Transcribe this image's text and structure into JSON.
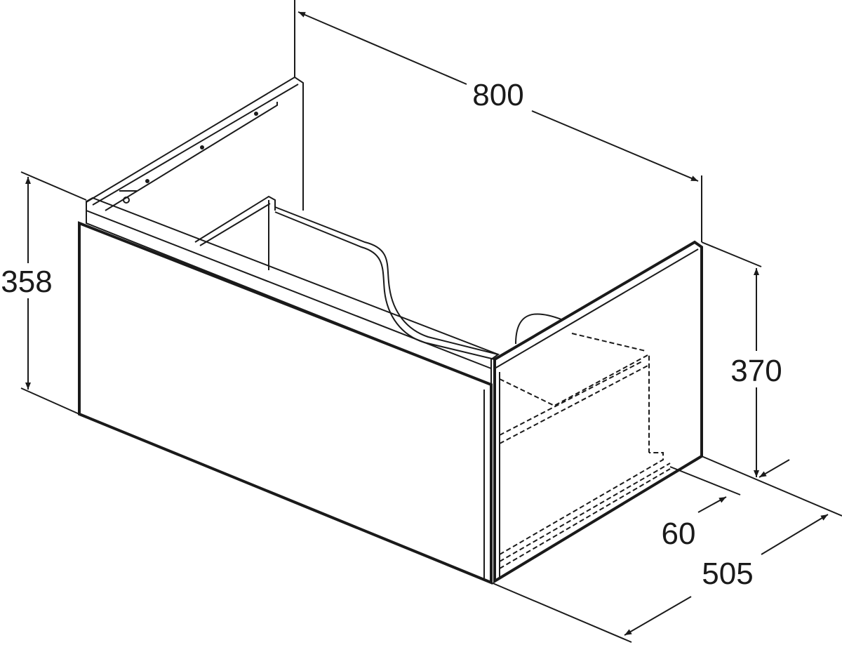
{
  "dimensions": {
    "width": "800",
    "height_left": "358",
    "height_right": "370",
    "recess": "60",
    "depth": "505"
  }
}
